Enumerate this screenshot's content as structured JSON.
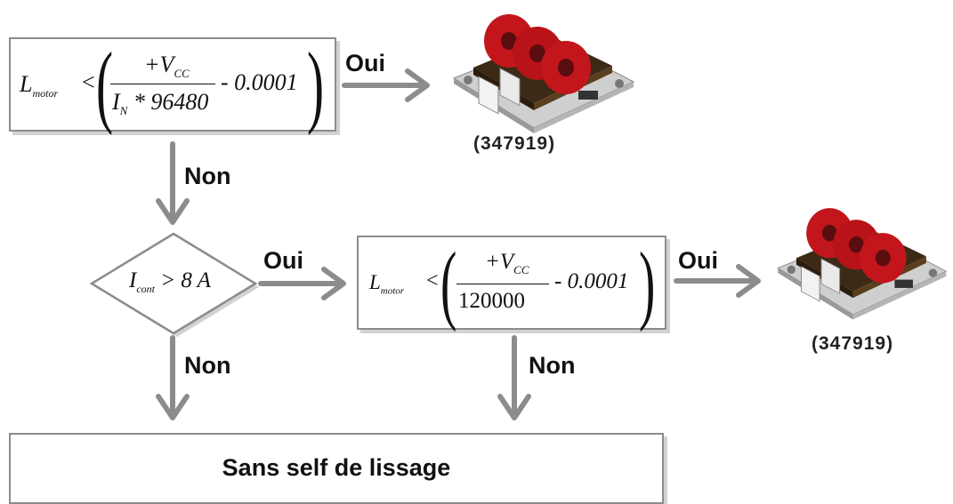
{
  "decision1": {
    "lhs": "L",
    "lhs_sub": "motor",
    "op": "<",
    "numerator": "+V",
    "numerator_sub": "CC",
    "den_var": "I",
    "den_sub": "N",
    "den_rest": "* 96480",
    "minus_term": "- 0.0001"
  },
  "decision2": {
    "var": "I",
    "sub": "cont",
    "rest": "> 8 A"
  },
  "decision3": {
    "lhs": "L",
    "lhs_sub": "motor",
    "op": "<",
    "numerator": "+V",
    "numerator_sub": "CC",
    "denominator": "120000",
    "minus_term": "- 0.0001"
  },
  "labels": {
    "oui1": "Oui",
    "oui2": "Oui",
    "oui3": "Oui",
    "non1": "Non",
    "non2": "Non",
    "non3": "Non"
  },
  "products": {
    "ref1": "(347919)",
    "ref2": "(347919)"
  },
  "result": {
    "text": "Sans self de lissage"
  },
  "colors": {
    "arrow": "#8c8c8c",
    "coil": "#c3161c",
    "plate": "#d9d9d9"
  }
}
